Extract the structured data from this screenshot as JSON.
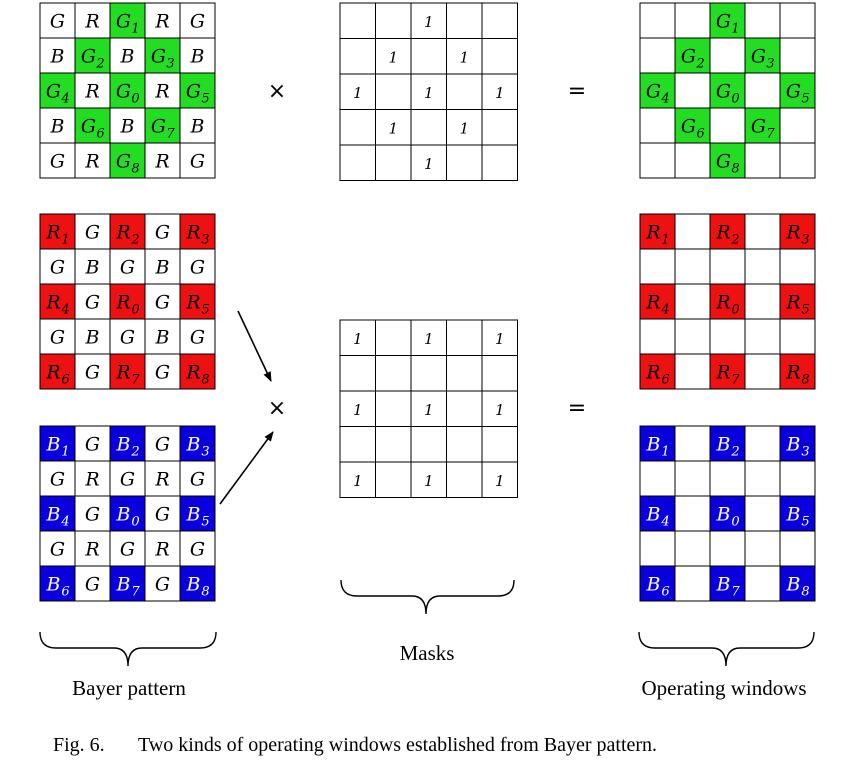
{
  "colors": {
    "green": "#22dd22",
    "red": "#ee1111",
    "blue": "#0a00dd",
    "grid": "#000000",
    "text": "#000000"
  },
  "operators": {
    "multiply": "×",
    "equals": "="
  },
  "labels": {
    "bayer": "Bayer pattern",
    "masks": "Masks",
    "operating": "Operating windows"
  },
  "caption": {
    "fig": "Fig. 6.",
    "text": "Two kinds of operating windows established from Bayer pattern."
  },
  "green_bayer": [
    [
      [
        "G",
        ""
      ],
      [
        "R",
        ""
      ],
      [
        "G",
        "1"
      ],
      [
        "R",
        ""
      ],
      [
        "G",
        ""
      ]
    ],
    [
      [
        "B",
        ""
      ],
      [
        "G",
        "2"
      ],
      [
        "B",
        ""
      ],
      [
        "G",
        "3"
      ],
      [
        "B",
        ""
      ]
    ],
    [
      [
        "G",
        "4"
      ],
      [
        "R",
        ""
      ],
      [
        "G",
        "0"
      ],
      [
        "R",
        ""
      ],
      [
        "G",
        "5"
      ]
    ],
    [
      [
        "B",
        ""
      ],
      [
        "G",
        "6"
      ],
      [
        "B",
        ""
      ],
      [
        "G",
        "7"
      ],
      [
        "B",
        ""
      ]
    ],
    [
      [
        "G",
        ""
      ],
      [
        "R",
        ""
      ],
      [
        "G",
        "8"
      ],
      [
        "R",
        ""
      ],
      [
        "G",
        ""
      ]
    ]
  ],
  "red_bayer": [
    [
      [
        "R",
        "1"
      ],
      [
        "G",
        ""
      ],
      [
        "R",
        "2"
      ],
      [
        "G",
        ""
      ],
      [
        "R",
        "3"
      ]
    ],
    [
      [
        "G",
        ""
      ],
      [
        "B",
        ""
      ],
      [
        "G",
        ""
      ],
      [
        "B",
        ""
      ],
      [
        "G",
        ""
      ]
    ],
    [
      [
        "R",
        "4"
      ],
      [
        "G",
        ""
      ],
      [
        "R",
        "0"
      ],
      [
        "G",
        ""
      ],
      [
        "R",
        "5"
      ]
    ],
    [
      [
        "G",
        ""
      ],
      [
        "B",
        ""
      ],
      [
        "G",
        ""
      ],
      [
        "B",
        ""
      ],
      [
        "G",
        ""
      ]
    ],
    [
      [
        "R",
        "6"
      ],
      [
        "G",
        ""
      ],
      [
        "R",
        "7"
      ],
      [
        "G",
        ""
      ],
      [
        "R",
        "8"
      ]
    ]
  ],
  "blue_bayer": [
    [
      [
        "B",
        "1"
      ],
      [
        "G",
        ""
      ],
      [
        "B",
        "2"
      ],
      [
        "G",
        ""
      ],
      [
        "B",
        "3"
      ]
    ],
    [
      [
        "G",
        ""
      ],
      [
        "R",
        ""
      ],
      [
        "G",
        ""
      ],
      [
        "R",
        ""
      ],
      [
        "G",
        ""
      ]
    ],
    [
      [
        "B",
        "4"
      ],
      [
        "G",
        ""
      ],
      [
        "B",
        "0"
      ],
      [
        "G",
        ""
      ],
      [
        "B",
        "5"
      ]
    ],
    [
      [
        "G",
        ""
      ],
      [
        "R",
        ""
      ],
      [
        "G",
        ""
      ],
      [
        "R",
        ""
      ],
      [
        "G",
        ""
      ]
    ],
    [
      [
        "B",
        "6"
      ],
      [
        "G",
        ""
      ],
      [
        "B",
        "7"
      ],
      [
        "G",
        ""
      ],
      [
        "B",
        "8"
      ]
    ]
  ],
  "green_mask": [
    [
      "",
      "",
      "1",
      "",
      ""
    ],
    [
      "",
      "1",
      "",
      "1",
      ""
    ],
    [
      "1",
      "",
      "1",
      "",
      "1"
    ],
    [
      "",
      "1",
      "",
      "1",
      ""
    ],
    [
      "",
      "",
      "1",
      "",
      ""
    ]
  ],
  "rb_mask": [
    [
      "1",
      "",
      "1",
      "",
      "1"
    ],
    [
      "",
      "",
      "",
      "",
      ""
    ],
    [
      "1",
      "",
      "1",
      "",
      "1"
    ],
    [
      "",
      "",
      "",
      "",
      ""
    ],
    [
      "1",
      "",
      "1",
      "",
      "1"
    ]
  ],
  "green_window": [
    [
      [
        "",
        ""
      ],
      [
        "",
        ""
      ],
      [
        "G",
        "1"
      ],
      [
        "",
        ""
      ],
      [
        "",
        ""
      ]
    ],
    [
      [
        "",
        ""
      ],
      [
        "G",
        "2"
      ],
      [
        "",
        ""
      ],
      [
        "G",
        "3"
      ],
      [
        "",
        ""
      ]
    ],
    [
      [
        "G",
        "4"
      ],
      [
        "",
        ""
      ],
      [
        "G",
        "0"
      ],
      [
        "",
        ""
      ],
      [
        "G",
        "5"
      ]
    ],
    [
      [
        "",
        ""
      ],
      [
        "G",
        "6"
      ],
      [
        "",
        ""
      ],
      [
        "G",
        "7"
      ],
      [
        "",
        ""
      ]
    ],
    [
      [
        "",
        ""
      ],
      [
        "",
        ""
      ],
      [
        "G",
        "8"
      ],
      [
        "",
        ""
      ],
      [
        "",
        ""
      ]
    ]
  ],
  "red_window": [
    [
      [
        "R",
        "1"
      ],
      [
        "",
        ""
      ],
      [
        "R",
        "2"
      ],
      [
        "",
        ""
      ],
      [
        "R",
        "3"
      ]
    ],
    [
      [
        "",
        ""
      ],
      [
        "",
        ""
      ],
      [
        "",
        ""
      ],
      [
        "",
        ""
      ],
      [
        "",
        ""
      ]
    ],
    [
      [
        "R",
        "4"
      ],
      [
        "",
        ""
      ],
      [
        "R",
        "0"
      ],
      [
        "",
        ""
      ],
      [
        "R",
        "5"
      ]
    ],
    [
      [
        "",
        ""
      ],
      [
        "",
        ""
      ],
      [
        "",
        ""
      ],
      [
        "",
        ""
      ],
      [
        "",
        ""
      ]
    ],
    [
      [
        "R",
        "6"
      ],
      [
        "",
        ""
      ],
      [
        "R",
        "7"
      ],
      [
        "",
        ""
      ],
      [
        "R",
        "8"
      ]
    ]
  ],
  "blue_window": [
    [
      [
        "B",
        "1"
      ],
      [
        "",
        ""
      ],
      [
        "B",
        "2"
      ],
      [
        "",
        ""
      ],
      [
        "B",
        "3"
      ]
    ],
    [
      [
        "",
        ""
      ],
      [
        "",
        ""
      ],
      [
        "",
        ""
      ],
      [
        "",
        ""
      ],
      [
        "",
        ""
      ]
    ],
    [
      [
        "B",
        "4"
      ],
      [
        "",
        ""
      ],
      [
        "B",
        "0"
      ],
      [
        "",
        ""
      ],
      [
        "B",
        "5"
      ]
    ],
    [
      [
        "",
        ""
      ],
      [
        "",
        ""
      ],
      [
        "",
        ""
      ],
      [
        "",
        ""
      ],
      [
        "",
        ""
      ]
    ],
    [
      [
        "B",
        "6"
      ],
      [
        "",
        ""
      ],
      [
        "B",
        "7"
      ],
      [
        "",
        ""
      ],
      [
        "B",
        "8"
      ]
    ]
  ]
}
